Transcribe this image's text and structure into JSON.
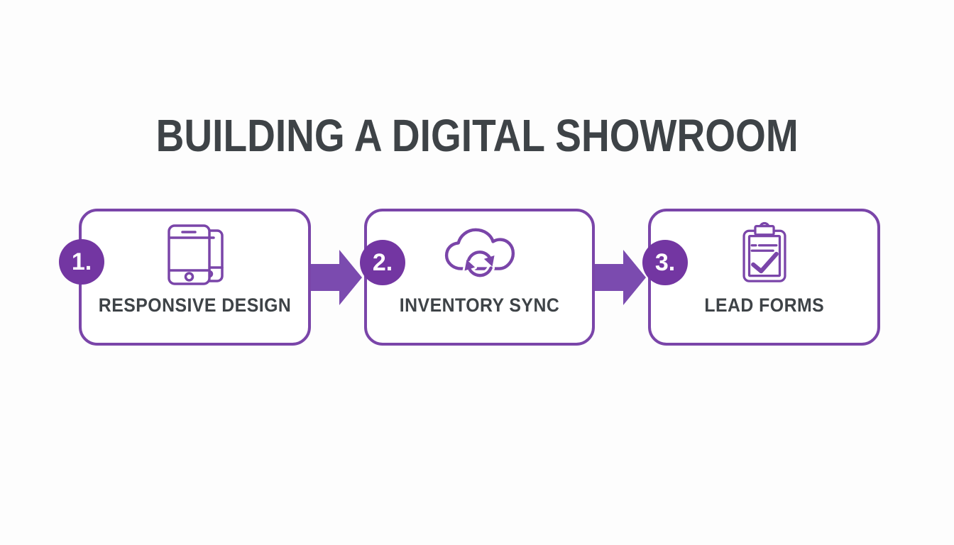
{
  "title": "BUILDING A DIGITAL SHOWROOM",
  "steps": [
    {
      "number": "1.",
      "label": "RESPONSIVE DESIGN",
      "icon": "responsive-phones-icon"
    },
    {
      "number": "2.",
      "label": "INVENTORY SYNC",
      "icon": "cloud-sync-icon"
    },
    {
      "number": "3.",
      "label": "LEAD FORMS",
      "icon": "clipboard-check-icon"
    }
  ],
  "connector_icon": "arrow-right-icon",
  "colors": {
    "background": "#FDFDFD",
    "purple_border": "#7A45A9",
    "purple_badge": "#7336A2",
    "purple_arrow": "#7B4BAF",
    "purple_icon": "#7A45A9",
    "text_dark": "#3E4347",
    "badge_text": "#FFFFFF"
  }
}
